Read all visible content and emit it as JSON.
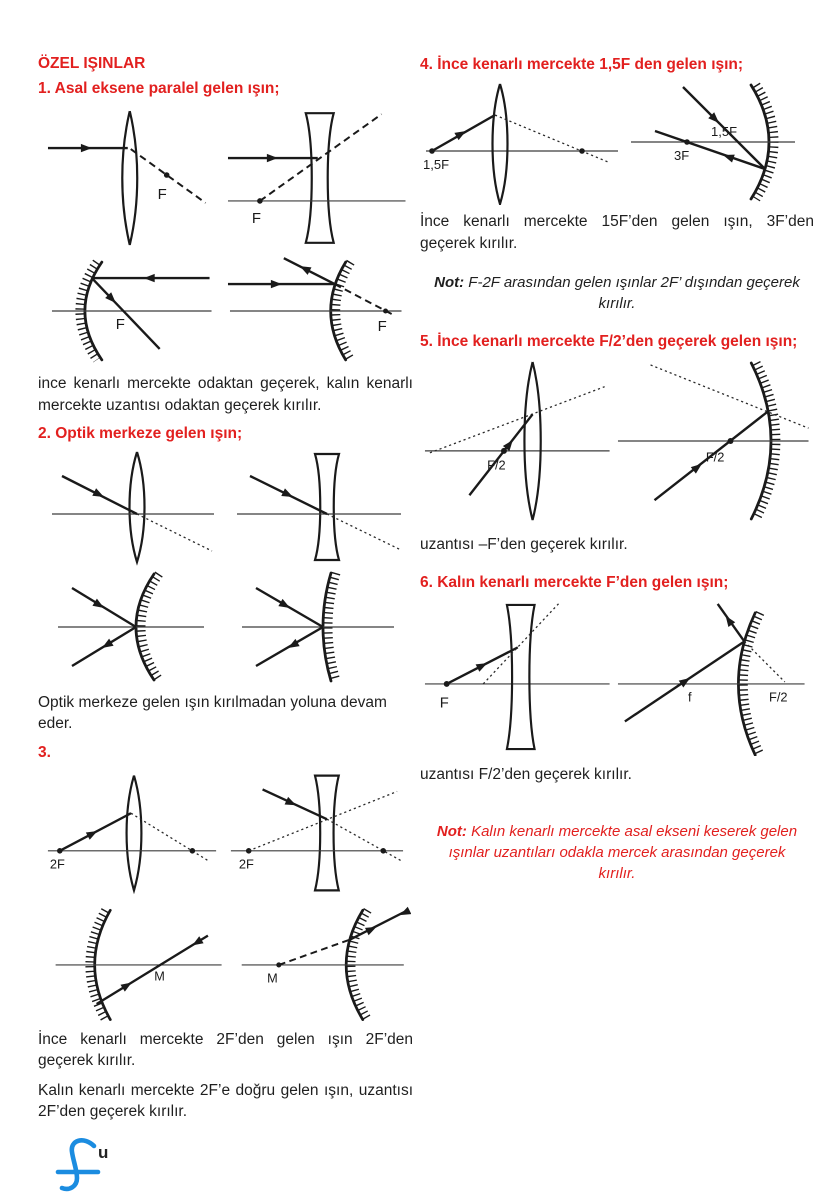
{
  "colors": {
    "heading_red": "#e2201f",
    "text_black": "#1f1f1f",
    "logo_blue": "#1b8ce0"
  },
  "left": {
    "title": "ÖZEL IŞINLAR",
    "s1": {
      "heading": "1. Asal eksene paralel gelen ışın;",
      "labels": {
        "f_lens_conv": "F",
        "f_lens_div": "F",
        "f_mirror_concave": "F",
        "f_mirror_convex": "F"
      },
      "caption": "ince kenarlı mercekte odaktan geçerek, kalın kenarlı mercekte uzantısı odaktan geçerek kırılır."
    },
    "s2": {
      "heading": "2. Optik merkeze gelen ışın;",
      "caption": "Optik merkeze gelen ışın kırılmadan yoluna devam eder."
    },
    "s3": {
      "heading": "3.",
      "labels": {
        "lens_conv_2f": "2F",
        "lens_div_2f": "2F",
        "mirror_concave_m": "M",
        "mirror_convex_m": "M"
      },
      "caption1": "İnce kenarlı mercekte 2F’den gelen ışın 2F’den geçerek kırılır.",
      "caption2": "Kalın kenarlı mercekte 2F’e doğru gelen ışın, uzantısı 2F’den geçerek kırılır."
    }
  },
  "right": {
    "s4": {
      "heading": "4. İnce kenarlı mercekte 1,5F den gelen ışın;",
      "labels": {
        "lens_15f": "1,5F",
        "mirror_15f": "1,5F",
        "mirror_3f": "3F"
      },
      "caption": "İnce kenarlı mercekte 15F’den gelen ışın, 3F’den geçerek kırılır.",
      "note_label": "Not:",
      "note_text": "F-2F arasından gelen ışınlar 2F’ dışından geçerek kırılır."
    },
    "s5": {
      "heading": "5. İnce kenarlı mercekte F/2’den geçerek gelen ışın;",
      "labels": {
        "lens_f2": "F/2",
        "mirror_f2": "F/2"
      },
      "caption": "uzantısı –F’den geçerek kırılır."
    },
    "s6": {
      "heading": "6. Kalın kenarlı mercekte F’den gelen ışın;",
      "labels": {
        "lens_f": "F",
        "mirror_f": "f",
        "mirror_f2": "F/2"
      },
      "caption": "uzantısı F/2’den geçerek kırılır.",
      "note_label": "Not:",
      "note_text": "Kalın kenarlı mercekte asal ekseni keserek gelen ışınlar uzantıları odakla mercek arasından geçerek kırılır."
    }
  },
  "logo": {
    "letter": "u"
  }
}
